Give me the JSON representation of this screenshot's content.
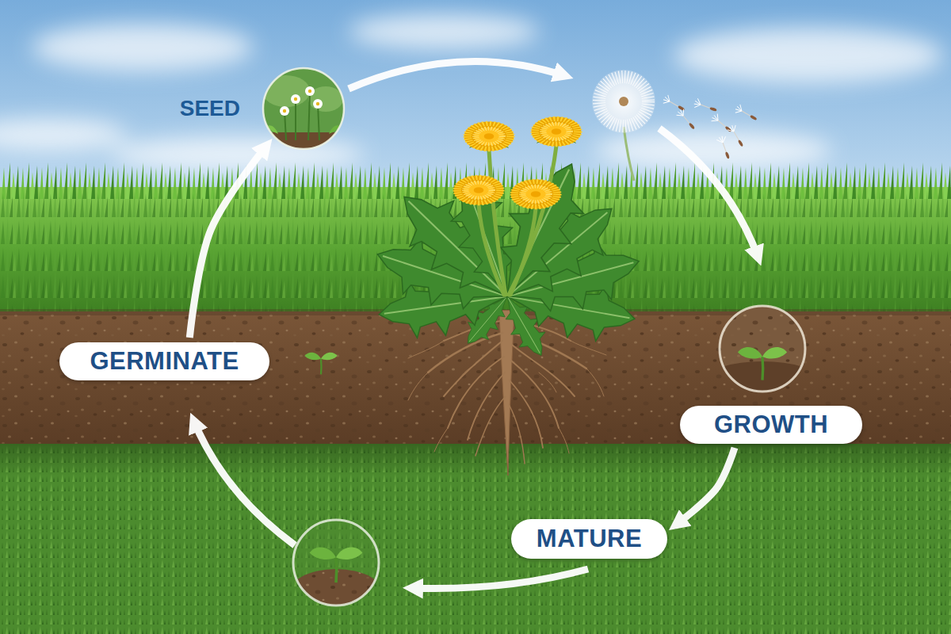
{
  "diagram": {
    "nodes": [
      {
        "text": [
          "SEED"
        ]
      },
      {
        "text": [
          "GERMINATE"
        ]
      },
      {
        "text": [
          "GROWTH"
        ]
      },
      {
        "text": [
          "MATURE"
        ]
      }
    ],
    "edges": [
      {
        "from": 1,
        "to": 0,
        "arrow": "to"
      },
      {
        "from": 2,
        "to": 3,
        "arrow": "to"
      }
    ]
  }
}
